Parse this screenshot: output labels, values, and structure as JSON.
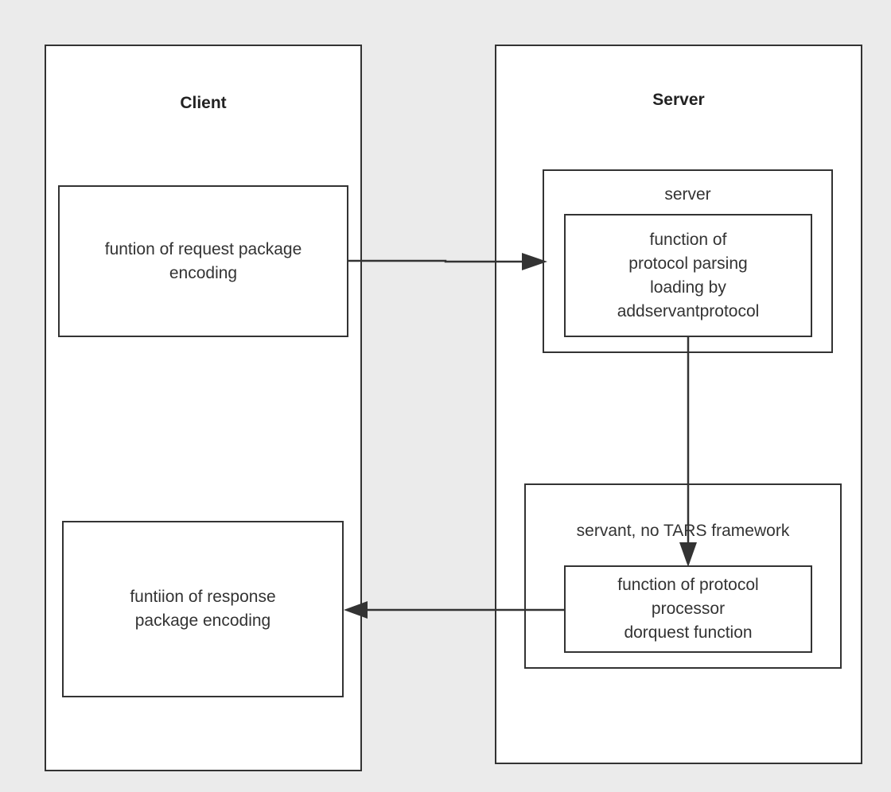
{
  "client": {
    "title": "Client",
    "request_box": [
      "funtion of request package",
      "encoding"
    ],
    "response_box": [
      "funtiion of response",
      "package encoding"
    ]
  },
  "server": {
    "title": "Server",
    "server_group": {
      "label": "server",
      "parsing_box": [
        "function of",
        "protocol parsing",
        "loading by",
        "addservantprotocol"
      ]
    },
    "servant_group": {
      "label": "servant, no TARS framework",
      "processor_box": [
        "function of protocol",
        "processor",
        "dorquest function"
      ]
    }
  },
  "colors": {
    "background": "#ebebeb",
    "box_fill": "#ffffff",
    "stroke": "#333333"
  }
}
